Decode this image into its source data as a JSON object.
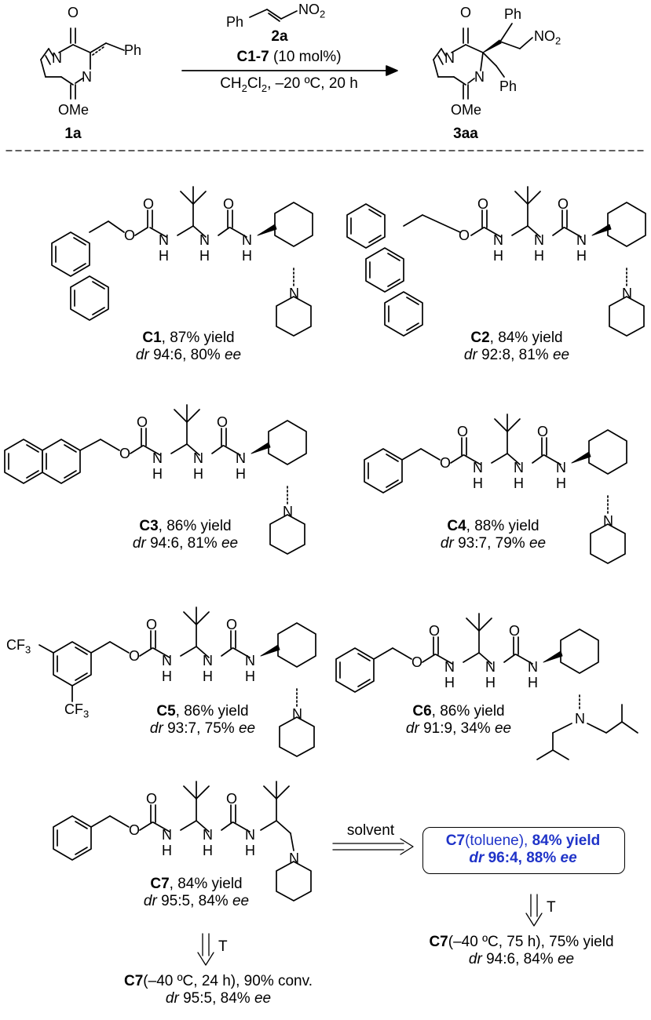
{
  "reaction": {
    "reagent_top": "Ph",
    "reagent_no2": "NO",
    "reagent_no2_sub": "2",
    "reagent_id": "2a",
    "catalyst": "C1-7",
    "catalyst_loading": " (10 mol%)",
    "solvent_pre": "CH",
    "solvent_sub1": "2",
    "solvent_mid": "Cl",
    "solvent_sub2": "2",
    "solvent_post": ", –20 ºC, 20 h",
    "substrate_id": "1a",
    "product_id": "3aa",
    "substrate_atoms": {
      "o": "O",
      "n1": "N",
      "n2": "N",
      "ph": "Ph",
      "ome": "OMe"
    },
    "product_atoms": {
      "o": "O",
      "n1": "N",
      "n2": "N",
      "ph1": "Ph",
      "ph2": "Ph",
      "no2": "NO",
      "no2_sub": "2",
      "ome": "OMe"
    }
  },
  "catalysts": [
    {
      "id": "C1",
      "yield": ", 87% yield",
      "dr_label": "dr",
      "dr": " 94:6, 80% ",
      "ee_label": "ee"
    },
    {
      "id": "C2",
      "yield": ", 84% yield",
      "dr_label": "dr",
      "dr": " 92:8, 81% ",
      "ee_label": "ee"
    },
    {
      "id": "C3",
      "yield": ", 86% yield",
      "dr_label": "dr",
      "dr": " 94:6, 81% ",
      "ee_label": "ee"
    },
    {
      "id": "C4",
      "yield": ", 88% yield",
      "dr_label": "dr",
      "dr": " 93:7, 79% ",
      "ee_label": "ee"
    },
    {
      "id": "C5",
      "yield": ", 86% yield",
      "dr_label": "dr",
      "dr": " 93:7, 75% ",
      "ee_label": "ee"
    },
    {
      "id": "C6",
      "yield": ", 86% yield",
      "dr_label": "dr",
      "dr": " 91:9, 34% ",
      "ee_label": "ee"
    },
    {
      "id": "C7",
      "yield": ", 84% yield",
      "dr_label": "dr",
      "dr": " 95:5, 84% ",
      "ee_label": "ee"
    }
  ],
  "atoms": {
    "o": "O",
    "h": "H",
    "n": "N",
    "cf3": "CF",
    "cf3_sub": "3"
  },
  "solvent_step": {
    "label": "solvent",
    "result_id": "C7",
    "result_cond": "(toluene), ",
    "result_yield": "84% yield",
    "result_dr_label": "dr",
    "result_dr": " 96:4, 88% ",
    "result_ee_label": "ee"
  },
  "temp_step_right": {
    "label": "T",
    "id": "C7",
    "cond": "(–40 ºC, 75 h), 75% yield",
    "dr_label": "dr",
    "dr": " 94:6, 84% ",
    "ee_label": "ee"
  },
  "temp_step_left": {
    "label": "T",
    "id": "C7",
    "cond": "(–40 ºC, 24 h), 90% conv.",
    "dr_label": "dr",
    "dr": " 95:5, 84% ",
    "ee_label": "ee"
  }
}
